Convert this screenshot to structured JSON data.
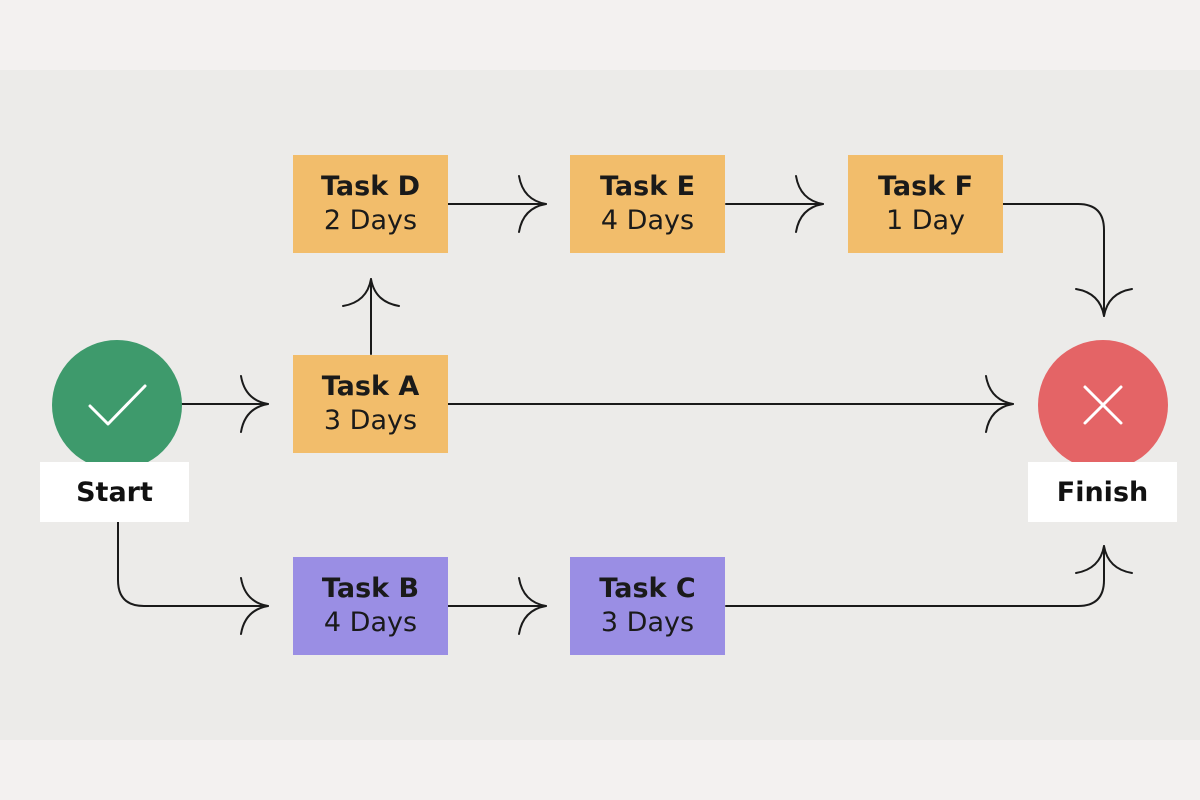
{
  "colors": {
    "background": "#ecebe9",
    "orange_task": "#f2bd6b",
    "purple_task": "#9a8ee4",
    "start_circle": "#3e9a6c",
    "finish_circle": "#e46466",
    "line": "#1a1a1a"
  },
  "start": {
    "label": "Start",
    "icon": "check-icon"
  },
  "finish": {
    "label": "Finish",
    "icon": "close-icon"
  },
  "tasks": {
    "a": {
      "name": "Task A",
      "duration": "3 Days"
    },
    "b": {
      "name": "Task B",
      "duration": "4 Days"
    },
    "c": {
      "name": "Task C",
      "duration": "3 Days"
    },
    "d": {
      "name": "Task D",
      "duration": "2 Days"
    },
    "e": {
      "name": "Task E",
      "duration": "4 Days"
    },
    "f": {
      "name": "Task F",
      "duration": "1 Day"
    }
  }
}
